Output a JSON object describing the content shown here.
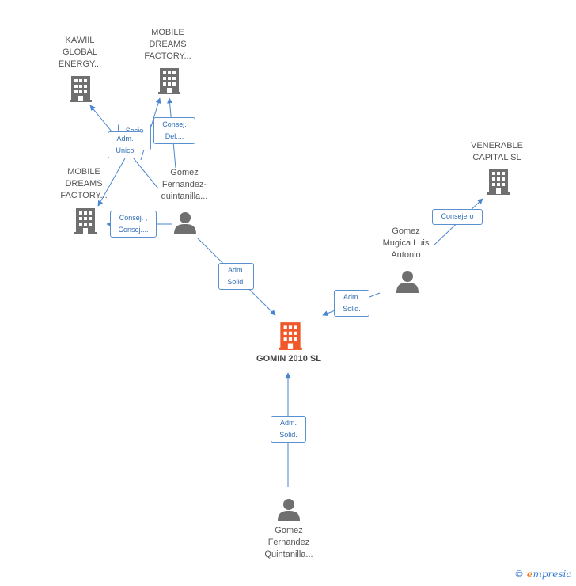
{
  "colors": {
    "company_icon": "#6f6f6f",
    "center_icon": "#f0582a",
    "person_icon": "#6f6f6f",
    "edge": "#4a86cf",
    "edge_label_text": "#2f6db5"
  },
  "nodes": [
    {
      "id": "kawiil",
      "kind": "company",
      "label": "KAWIIL\nGLOBAL\nENERGY..."
    },
    {
      "id": "mobile1",
      "kind": "company",
      "label": "MOBILE\nDREAMS\nFACTORY..."
    },
    {
      "id": "mobile2",
      "kind": "company",
      "label": "MOBILE\nDREAMS\nFACTORY..."
    },
    {
      "id": "gfq",
      "kind": "person",
      "label": "Gomez\nFernandez-\nquintanilla..."
    },
    {
      "id": "venerable",
      "kind": "company",
      "label": "VENERABLE\nCAPITAL SL"
    },
    {
      "id": "gmla",
      "kind": "person",
      "label": "Gomez\nMugica Luis\nAntonio"
    },
    {
      "id": "gomin",
      "kind": "center",
      "label": "GOMIN 2010 SL"
    },
    {
      "id": "gfq2",
      "kind": "person",
      "label": "Gomez\nFernandez\nQuintanilla..."
    }
  ],
  "edges": [
    {
      "id": "e-socio",
      "label": "Socio\n..."
    },
    {
      "id": "e-admunico",
      "label": "Adm.\nUnico"
    },
    {
      "id": "e-conseldel",
      "label": "Consej.\nDel...."
    },
    {
      "id": "e-consej",
      "label": "Consej. ,\nConsej...."
    },
    {
      "id": "e-consejero",
      "label": "Consejero"
    },
    {
      "id": "e-admsolid1",
      "label": "Adm.\nSolid."
    },
    {
      "id": "e-admsolid2",
      "label": "Adm.\nSolid."
    },
    {
      "id": "e-admsolid3",
      "label": "Adm.\nSolid."
    }
  ],
  "footer": {
    "copyright": "©",
    "brand_first": "e",
    "brand_rest": "mpresia"
  }
}
